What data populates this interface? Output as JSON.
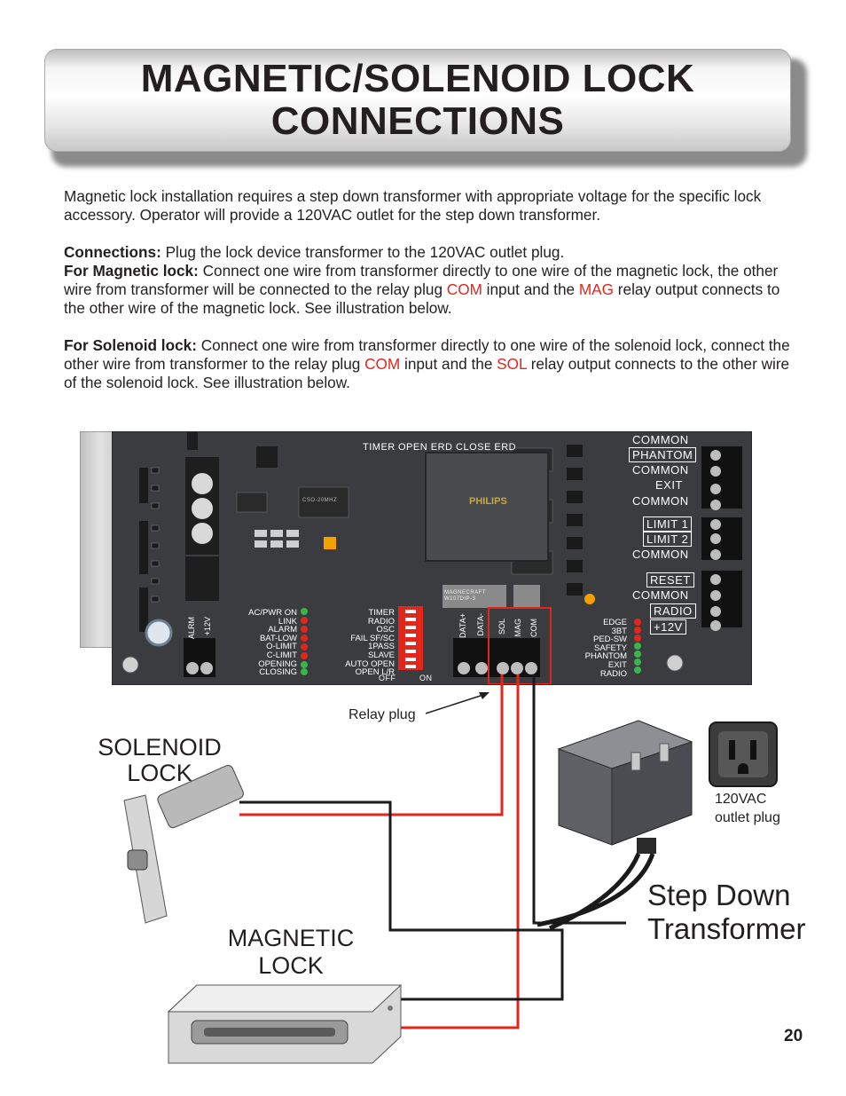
{
  "header": {
    "title_line1": "MAGNETIC/SOLENOID LOCK",
    "title_line2": "CONNECTIONS"
  },
  "intro": {
    "text": "Magnetic lock installation requires a step down transformer with appropriate voltage for the specific lock accessory. Operator will provide a 120VAC outlet for the step down transformer."
  },
  "connections": {
    "label": "Connections:",
    "text": " Plug the lock device transformer to the 120VAC outlet plug."
  },
  "magnetic": {
    "label": "For Magnetic lock:",
    "text_a": " Connect one wire from transformer directly to one wire of the magnetic lock, the other wire from transformer will be connected to the relay plug ",
    "com": "COM",
    "text_b": " input and the ",
    "mag": "MAG",
    "text_c": " relay output connects to the other wire of the magnetic lock. See illustration below."
  },
  "solenoid": {
    "label": "For Solenoid lock:",
    "text_a": " Connect one wire from transformer directly to one wire of the solenoid lock, connect the other wire from transformer to the relay plug ",
    "com": "COM",
    "text_b": " input and the ",
    "sol": "SOL",
    "text_c": " relay output connects to the other wire of the solenoid lock. See illustration below."
  },
  "board": {
    "top_labels": [
      "TIMER",
      "OPEN ERD CLOSE ERD"
    ],
    "right_terminals": [
      "COMMON",
      "PHANTOM",
      "COMMON",
      "EXIT",
      "COMMON",
      "LIMIT 1",
      "LIMIT 2",
      "COMMON",
      "RESET",
      "COMMON",
      "RADIO",
      "+12V"
    ],
    "boxed_terminals": [
      1,
      5,
      6,
      8,
      10,
      11
    ],
    "left_status": [
      "AC/PWR ON",
      "LINK",
      "ALARM",
      "BAT-LOW",
      "O-LIMIT",
      "C-LIMIT",
      "OPENING",
      "CLOSING"
    ],
    "dip_labels": [
      "TIMER",
      "RADIO",
      "OSC",
      "FAIL SF/SC",
      "1PASS",
      "SLAVE",
      "AUTO OPEN",
      "OPEN L/R"
    ],
    "dip_off": "OFF",
    "dip_on": "ON",
    "right_status": [
      "EDGE",
      "3BT",
      "PED-SW",
      "SAFETY",
      "PHANTOM",
      "EXIT",
      "RADIO"
    ],
    "alrm_label": "ALRM",
    "v12_label": "+12V",
    "data_plus": "DATA+",
    "data_minus": "DATA-",
    "relay_pins": [
      "SOL",
      "MAG",
      "COM"
    ],
    "chip_brand": "PHILIPS",
    "relay_chip": "MAGNECRAFT W107DIP-3",
    "osc_chip": "CSO-20MHZ"
  },
  "annotations": {
    "relay_plug": "Relay plug",
    "solenoid_lock_l1": "SOLENOID",
    "solenoid_lock_l2": "LOCK",
    "magnetic_lock_l1": "MAGNETIC",
    "magnetic_lock_l2": "LOCK",
    "outlet_l1": "120VAC",
    "outlet_l2": "outlet plug",
    "transformer_l1": "Step Down",
    "transformer_l2": "Transformer"
  },
  "colors": {
    "accent_red": "#e1261c",
    "pcb": "#3a3c40",
    "led_red": "#e1261c",
    "led_green": "#39b54a",
    "wire_red": "#e1261c",
    "wire_black": "#1a1a1a"
  },
  "page_number": "20"
}
